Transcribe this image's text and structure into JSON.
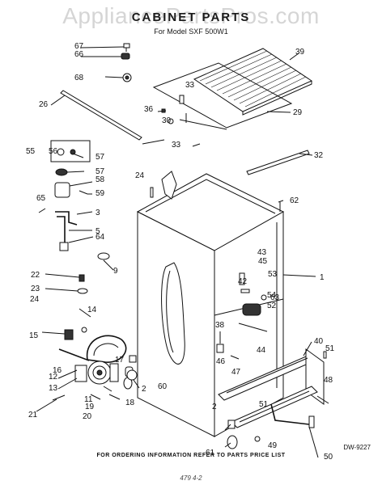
{
  "watermark": "AppliancePartsPros.com",
  "title": "CABINET PARTS",
  "subtitle": "For Model SXF 500W1",
  "callouts": [
    "1",
    "2",
    "2",
    "3",
    "5",
    "9",
    "11",
    "12",
    "13",
    "14",
    "15",
    "16",
    "17",
    "18",
    "19",
    "20",
    "21",
    "22",
    "23",
    "24",
    "24",
    "26",
    "29",
    "30",
    "32",
    "33",
    "33",
    "36",
    "38",
    "39",
    "40",
    "42",
    "43",
    "44",
    "45",
    "46",
    "47",
    "48",
    "49",
    "50",
    "51",
    "51",
    "52",
    "53",
    "54",
    "55",
    "56",
    "57",
    "57",
    "58",
    "59",
    "60",
    "61",
    "62",
    "63",
    "64",
    "65",
    "66",
    "67",
    "68"
  ],
  "footer": "FOR ORDERING INFORMATION REFER TO PARTS PRICE LIST",
  "drawing_code": "DW-9227",
  "page_note": "479 4-2"
}
